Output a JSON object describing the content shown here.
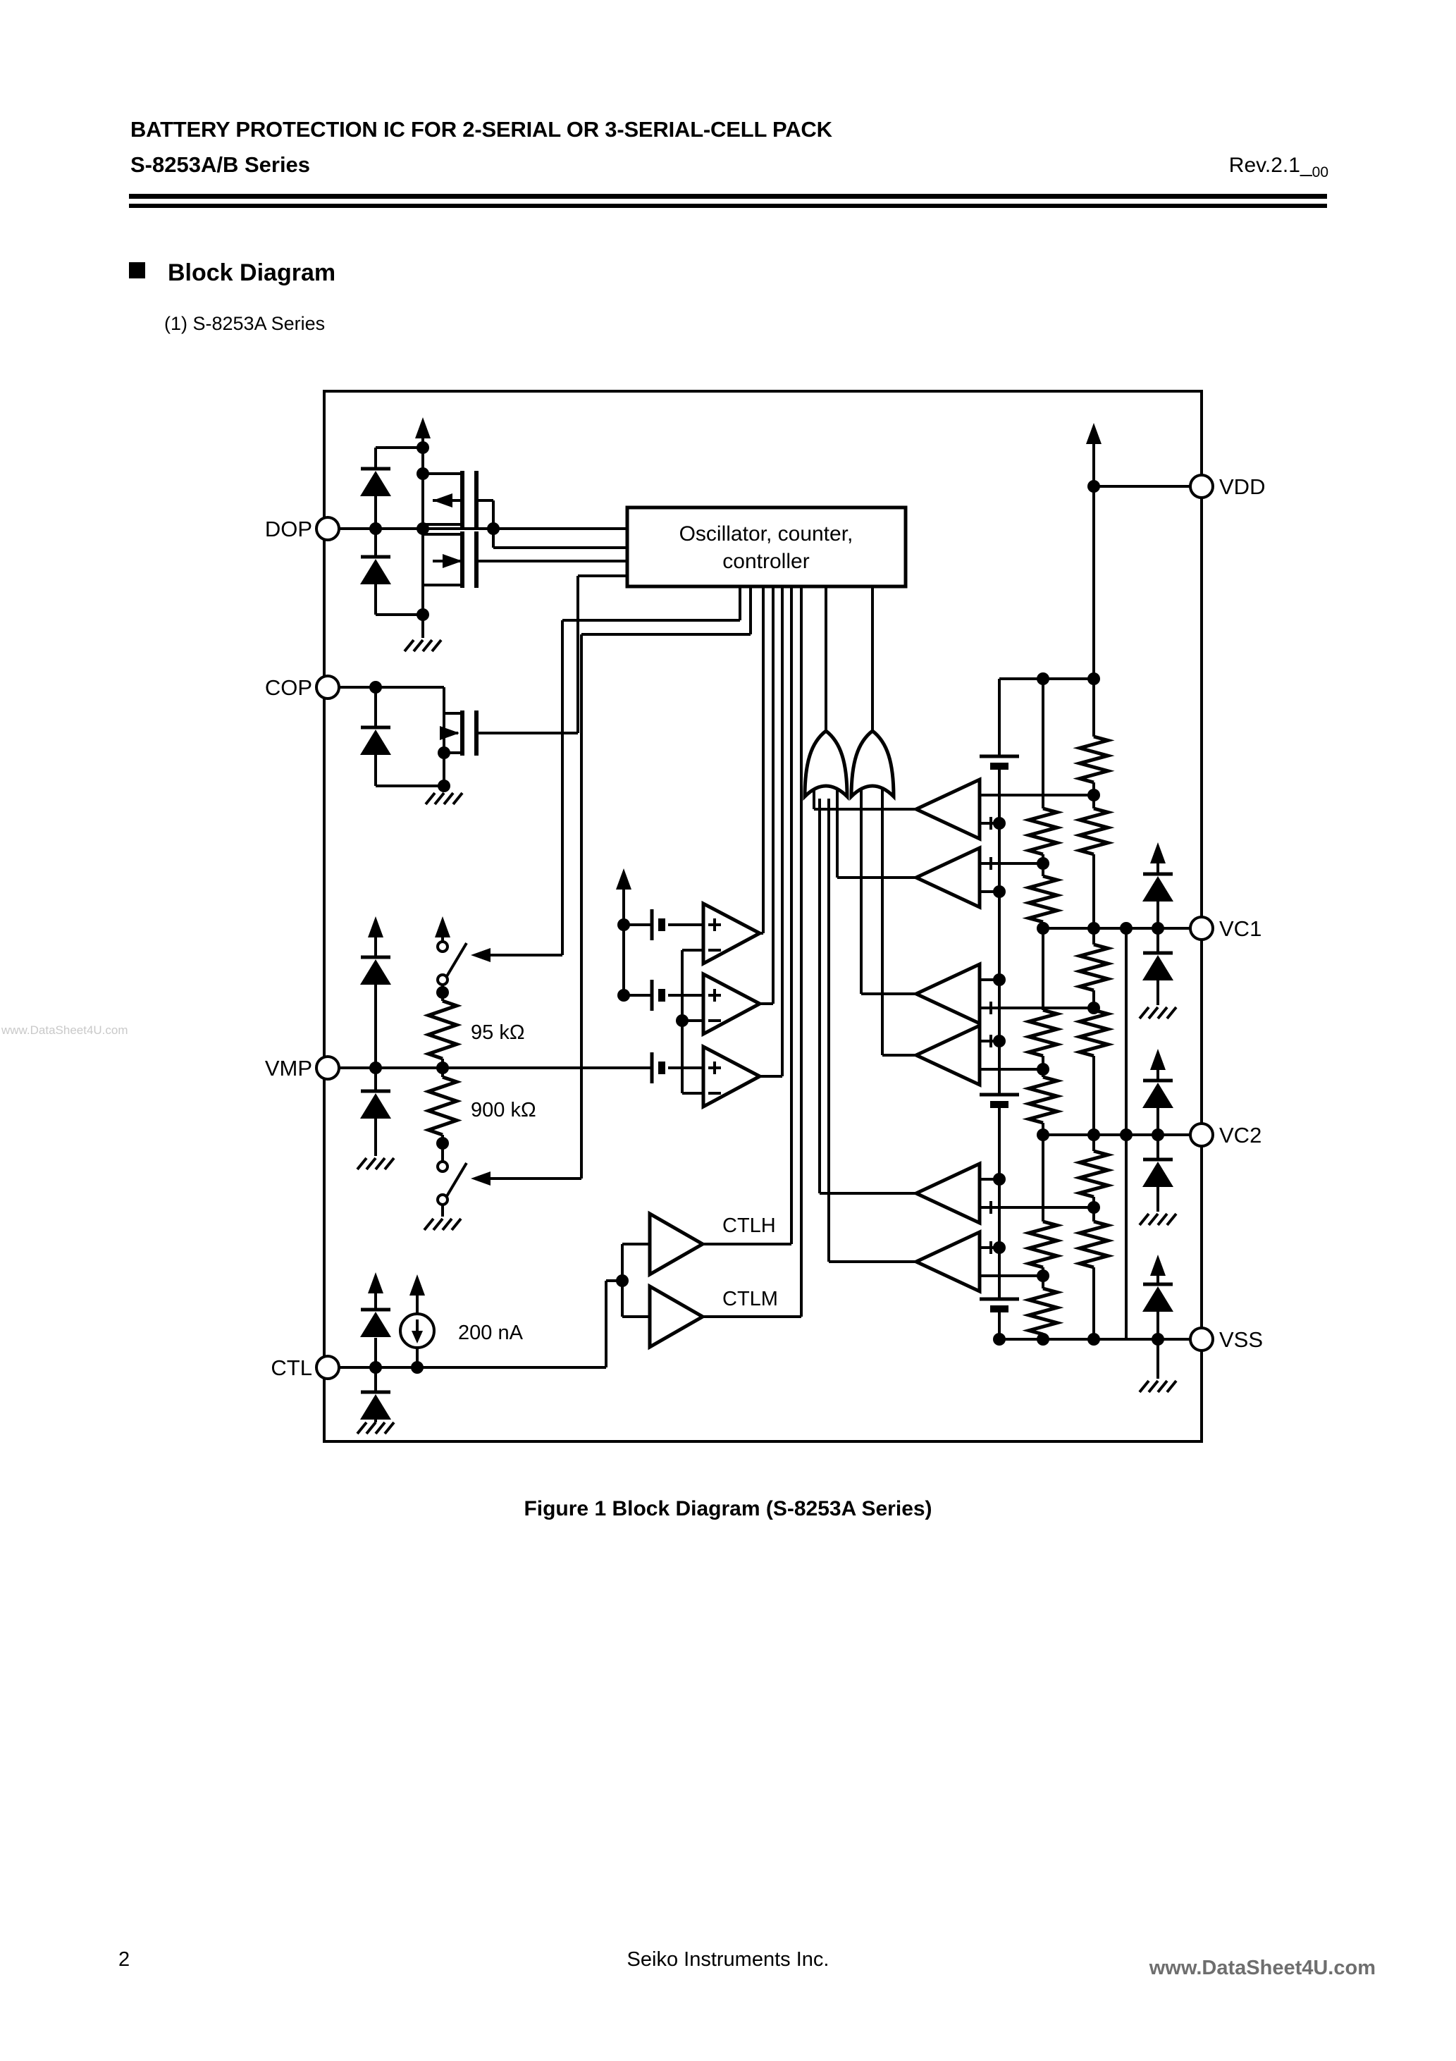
{
  "header": {
    "title_line1": "BATTERY PROTECTION IC FOR 2-SERIAL OR 3-SERIAL-CELL PACK",
    "title_line2": "S-8253A/B Series",
    "revision_main": "Rev.2.1_",
    "revision_sub": "00"
  },
  "section": {
    "heading": "Block Diagram",
    "subheading": "(1)  S-8253A Series"
  },
  "diagram": {
    "oscillator_box": {
      "line1": "Oscillator, counter,",
      "line2": "controller"
    },
    "pins": {
      "dop": "DOP",
      "cop": "COP",
      "vmp": "VMP",
      "ctl": "CTL",
      "vdd": "VDD",
      "vc1": "VC1",
      "vc2": "VC2",
      "vss": "VSS"
    },
    "labels": {
      "resistor_95k": "95 kΩ",
      "resistor_900k": "900 kΩ",
      "current_source": "200 nA",
      "ctlh": "CTLH",
      "ctlm": "CTLM"
    }
  },
  "caption": "Figure 1  Block Diagram (S-8253A Series)",
  "footer": {
    "page_number": "2",
    "company": "Seiko Instruments Inc.",
    "website": "www.DataSheet4U.com"
  },
  "watermark": "www.DataSheet4U.com",
  "colors": {
    "ink": "#000000",
    "footer_link": "#6e6e6e",
    "watermark": "#c9c9c9"
  }
}
